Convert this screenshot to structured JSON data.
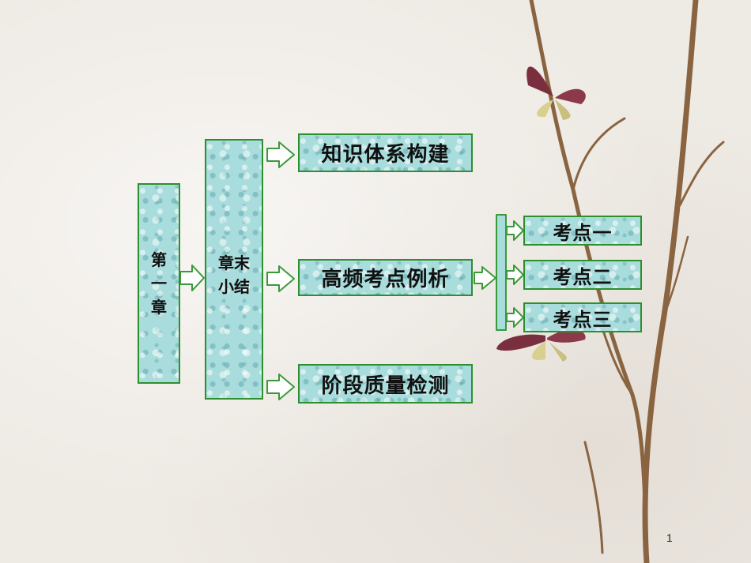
{
  "diagram": {
    "root": "第\n一\n章",
    "summary": "章末\n小结",
    "branches": [
      "知识体系构建",
      "高频考点例析",
      "阶段质量检测"
    ],
    "subpoints": [
      "考点一",
      "考点二",
      "考点三"
    ]
  },
  "page_number": "1",
  "colors": {
    "box_fill": "#a9dcdc",
    "box_border": "#2e8f2e",
    "arrow_fill": "#ffffff",
    "arrow_stroke": "#3a9a3a"
  }
}
